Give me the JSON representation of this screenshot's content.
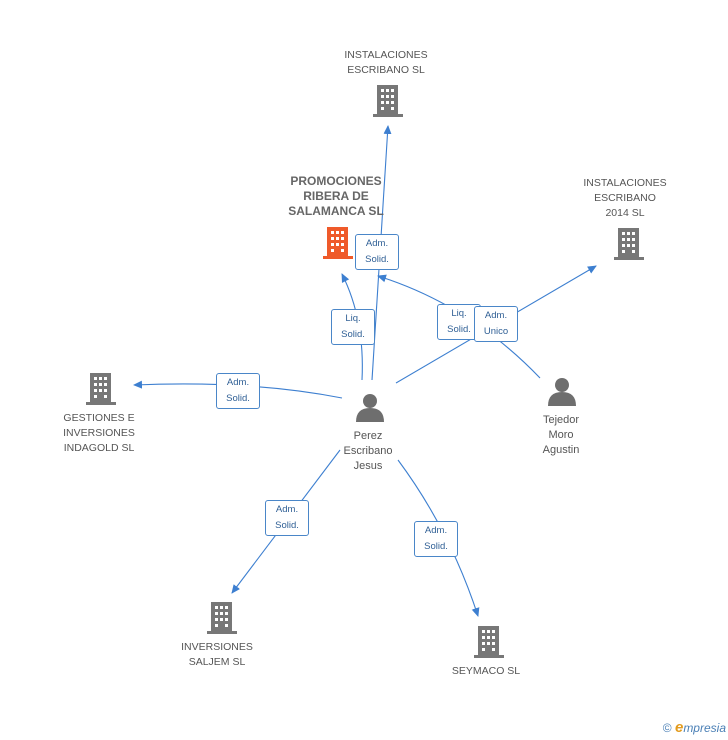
{
  "nodes": {
    "instalaciones_escribano": {
      "label": [
        "INSTALACIONES",
        "ESCRIBANO SL"
      ]
    },
    "promociones_ribera": {
      "label": [
        "PROMOCIONES",
        "RIBERA DE",
        "SALAMANCA SL"
      ]
    },
    "instalaciones_2014": {
      "label": [
        "INSTALACIONES",
        "ESCRIBANO",
        "2014  SL"
      ]
    },
    "gestiones_indagold": {
      "label": [
        "GESTIONES E",
        "INVERSIONES",
        "INDAGOLD  SL"
      ]
    },
    "inversiones_saljem": {
      "label": [
        "INVERSIONES",
        "SALJEM  SL"
      ]
    },
    "seymaco": {
      "label": [
        "SEYMACO SL"
      ]
    },
    "perez": {
      "label": [
        "Perez",
        "Escribano",
        "Jesus"
      ]
    },
    "tejedor": {
      "label": [
        "Tejedor",
        "Moro",
        "Agustin"
      ]
    }
  },
  "edge_labels": {
    "adm_solid_1": [
      "Adm.",
      "Solid."
    ],
    "liq_solid_1": [
      "Liq.",
      "Solid."
    ],
    "liq_solid_2": [
      "Liq.",
      "Solid."
    ],
    "adm_unico": [
      "Adm.",
      "Unico"
    ],
    "adm_solid_2": [
      "Adm.",
      "Solid."
    ],
    "adm_solid_3": [
      "Adm.",
      "Solid."
    ],
    "adm_solid_4": [
      "Adm.",
      "Solid."
    ]
  },
  "footer": {
    "copyright": "©",
    "brand_initial": "e",
    "brand_rest": "mpresia"
  },
  "colors": {
    "edge": "#3d7fd0",
    "building": "#777777",
    "focus_building": "#ef5a2a",
    "person": "#6e6e6e"
  }
}
